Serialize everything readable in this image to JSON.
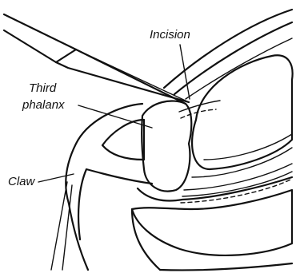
{
  "labels": {
    "incision": "Incision",
    "third_phalanx_line1": "Third",
    "third_phalanx_line2": "phalanx",
    "claw": "Claw"
  }
}
